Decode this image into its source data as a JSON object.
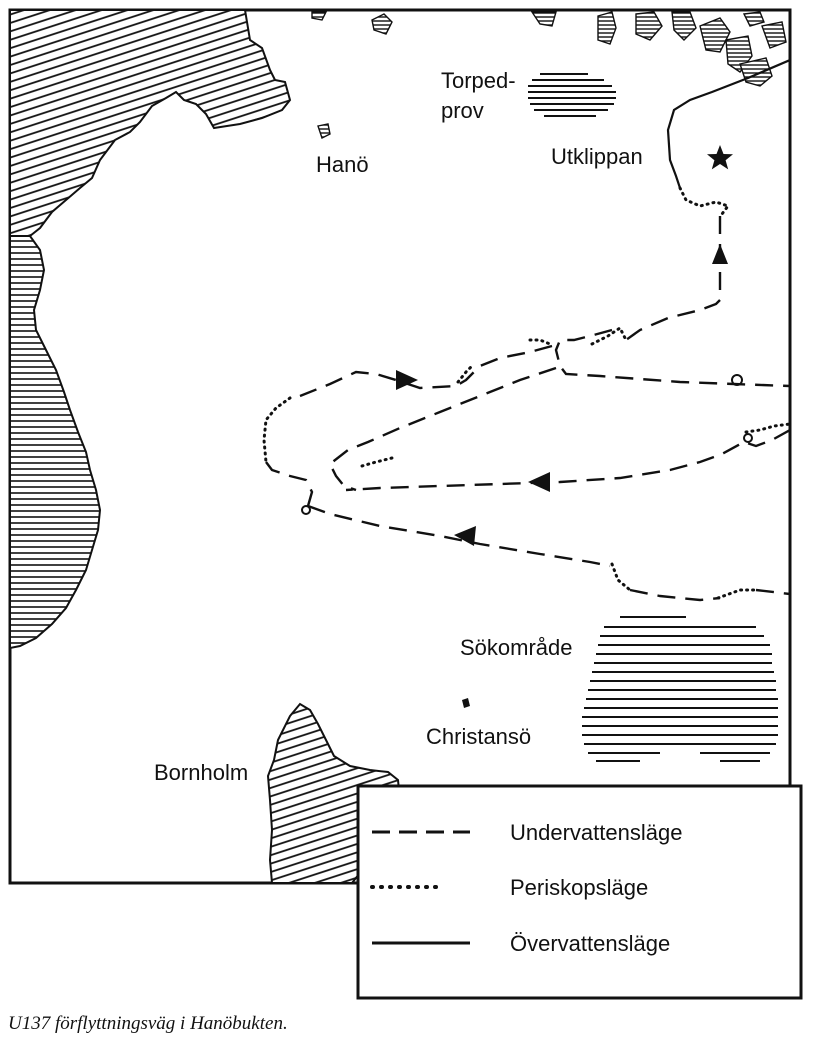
{
  "places": {
    "hano": "Hanö",
    "torpedprov_line1": "Torped-",
    "torpedprov_line2": "prov",
    "utklippan": "Utklippan",
    "sokomrade": "Sökområde",
    "christianso": "Christansö",
    "bornholm": "Bornholm"
  },
  "legend": {
    "submerged": "Undervattensläge",
    "periscope": "Periskopsläge",
    "surfaced": "Övervattensläge"
  },
  "caption": "U137 förflyttningsväg i Hanöbukten.",
  "icons": {
    "star": "star-icon",
    "direction": "arrow-icon"
  },
  "colors": {
    "ink": "#111111",
    "background": "#ffffff"
  }
}
